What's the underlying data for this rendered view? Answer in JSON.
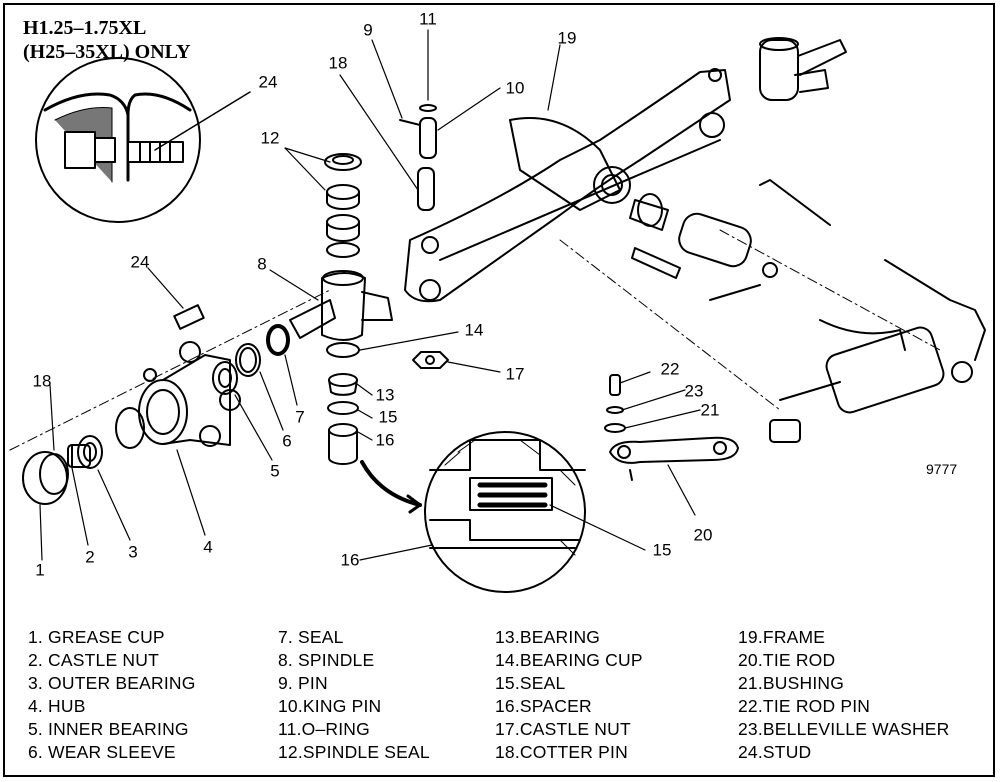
{
  "title": {
    "line1": "H1.25–1.75XL",
    "line2": "(H25–35XL) ONLY"
  },
  "figure_number": "9777",
  "callouts": [
    "1",
    "2",
    "3",
    "4",
    "5",
    "6",
    "7",
    "8",
    "9",
    "10",
    "11",
    "12",
    "13",
    "14",
    "15",
    "15",
    "16",
    "16",
    "17",
    "18",
    "18",
    "19",
    "20",
    "21",
    "22",
    "23",
    "24",
    "24"
  ],
  "legend": [
    [
      "1.  GREASE CUP",
      "2.  CASTLE NUT",
      "3.  OUTER BEARING",
      "4.  HUB",
      "5.  INNER BEARING",
      "6.  WEAR SLEEVE"
    ],
    [
      "7.  SEAL",
      "8.  SPINDLE",
      "9.  PIN",
      "10.KING PIN",
      "11.O–RING",
      "12.SPINDLE SEAL"
    ],
    [
      "13.BEARING",
      "14.BEARING CUP",
      "15.SEAL",
      "16.SPACER",
      "17.CASTLE NUT",
      "18.COTTER PIN"
    ],
    [
      "19.FRAME",
      "20.TIE ROD",
      "21.BUSHING",
      "22.TIE ROD PIN",
      "23.BELLEVILLE WASHER",
      "24.STUD"
    ]
  ]
}
